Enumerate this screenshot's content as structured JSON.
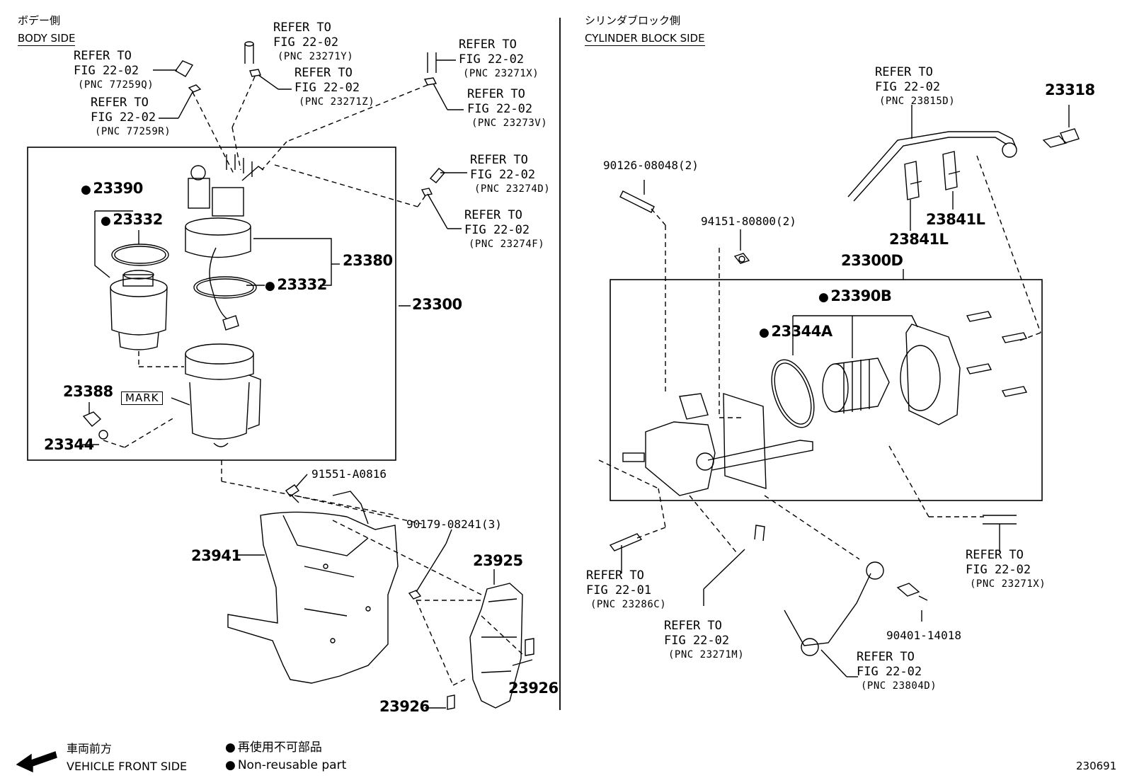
{
  "header": {
    "body_side_jp": "ボデー側",
    "body_side_en": "BODY SIDE",
    "cyl_side_jp": "シリンダブロック側",
    "cyl_side_en": "CYLINDER BLOCK SIDE"
  },
  "refs": [
    {
      "line1": "REFER TO",
      "line2": "FIG 22-02",
      "pnc": "(PNC 77259Q)"
    },
    {
      "line1": "REFER TO",
      "line2": "FIG 22-02",
      "pnc": "(PNC 77259R)"
    },
    {
      "line1": "REFER TO",
      "line2": "FIG 22-02",
      "pnc": "(PNC 23271Y)"
    },
    {
      "line1": "REFER TO",
      "line2": "FIG 22-02",
      "pnc": "(PNC 23271Z)"
    },
    {
      "line1": "REFER TO",
      "line2": "FIG 22-02",
      "pnc": "(PNC 23271X)"
    },
    {
      "line1": "REFER TO",
      "line2": "FIG 22-02",
      "pnc": "(PNC 23273V)"
    },
    {
      "line1": "REFER TO",
      "line2": "FIG 22-02",
      "pnc": "(PNC 23274D)"
    },
    {
      "line1": "REFER TO",
      "line2": "FIG 22-02",
      "pnc": "(PNC 23274F)"
    },
    {
      "line1": "REFER TO",
      "line2": "FIG 22-02",
      "pnc": "(PNC 23815D)"
    },
    {
      "line1": "REFER TO",
      "line2": "FIG 22-01",
      "pnc": "(PNC 23286C)"
    },
    {
      "line1": "REFER TO",
      "line2": "FIG 22-02",
      "pnc": "(PNC 23271M)"
    },
    {
      "line1": "REFER TO",
      "line2": "FIG 22-02",
      "pnc": "(PNC 23804D)"
    },
    {
      "line1": "REFER TO",
      "line2": "FIG 22-02",
      "pnc": "(PNC 23271X)"
    }
  ],
  "parts": {
    "p23390": "23390",
    "p23332a": "23332",
    "p23332b": "23332",
    "p23380": "23380",
    "p23300": "23300",
    "p23388": "23388",
    "p23344": "23344",
    "p23941": "23941",
    "p23925": "23925",
    "p23926a": "23926",
    "p23926b": "23926",
    "p23318": "23318",
    "p23841La": "23841L",
    "p23841Lb": "23841L",
    "p23300D": "23300D",
    "p23390B": "23390B",
    "p23344A": "23344A",
    "n91551": "91551-A0816",
    "n90179": "90179-08241(3)",
    "n90126": "90126-08048(2)",
    "n94151": "94151-80800(2)",
    "n90401": "90401-14018",
    "mark": "MARK"
  },
  "legend": {
    "front_jp": "車両前方",
    "front_en": "VEHICLE FRONT SIDE",
    "nonreuse_jp": "再使用不可部品",
    "nonreuse_en": "Non-reusable part"
  },
  "figure_id": "230691"
}
